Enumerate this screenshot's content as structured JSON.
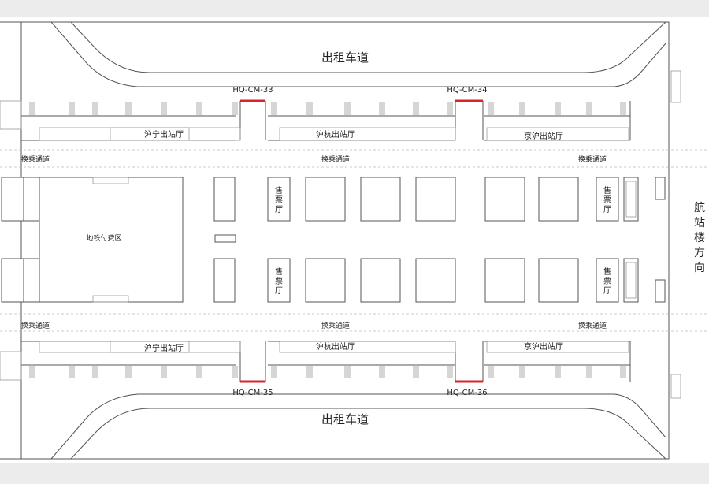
{
  "labels": {
    "taxi_top": "出租车道",
    "taxi_bottom": "出租车道",
    "hall_hu_ning_top": "沪宁出站厅",
    "hall_hu_hang_top": "沪杭出站厅",
    "hall_jing_hu_top": "京沪出站厅",
    "hall_hu_ning_bottom": "沪宁出站厅",
    "hall_hu_hang_bottom": "沪杭出站厅",
    "hall_jing_hu_bottom": "京沪出站厅",
    "transfer": "换乘通道",
    "metro_paid_area": "地铁付费区",
    "ticket_hall": "售票厅",
    "terminal_direction": "航站楼方向"
  },
  "ad_spots": [
    {
      "code": "HQ-CM-33",
      "position": "top"
    },
    {
      "code": "HQ-CM-34",
      "position": "top"
    },
    {
      "code": "HQ-CM-35",
      "position": "bottom"
    },
    {
      "code": "HQ-CM-36",
      "position": "bottom"
    }
  ],
  "colors": {
    "ad_spot": "#d8232a",
    "line": "#555555",
    "background": "#ececec"
  }
}
